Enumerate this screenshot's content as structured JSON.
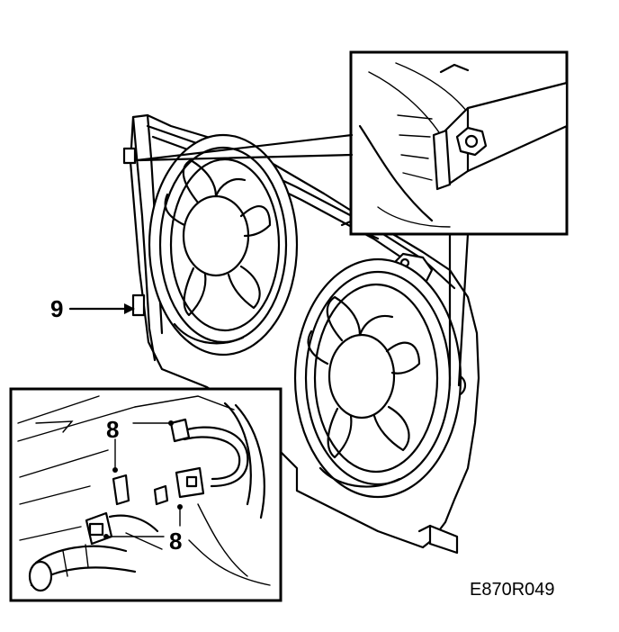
{
  "callouts": {
    "part_9": "9",
    "part_8_a": "8",
    "part_8_b": "8"
  },
  "figure_code": "E870R049"
}
